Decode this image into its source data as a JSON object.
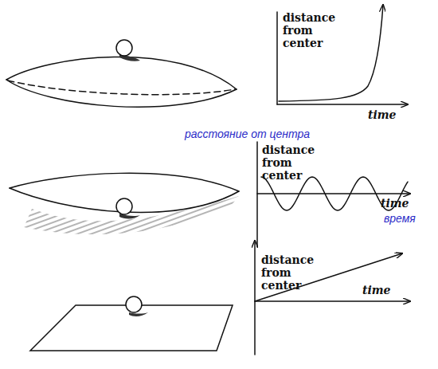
{
  "diagram": {
    "labels": [
      "distance from center",
      "time",
      "расстояние от центра",
      "distance from center",
      "time",
      "время",
      "distance from center",
      "time"
    ]
  }
}
